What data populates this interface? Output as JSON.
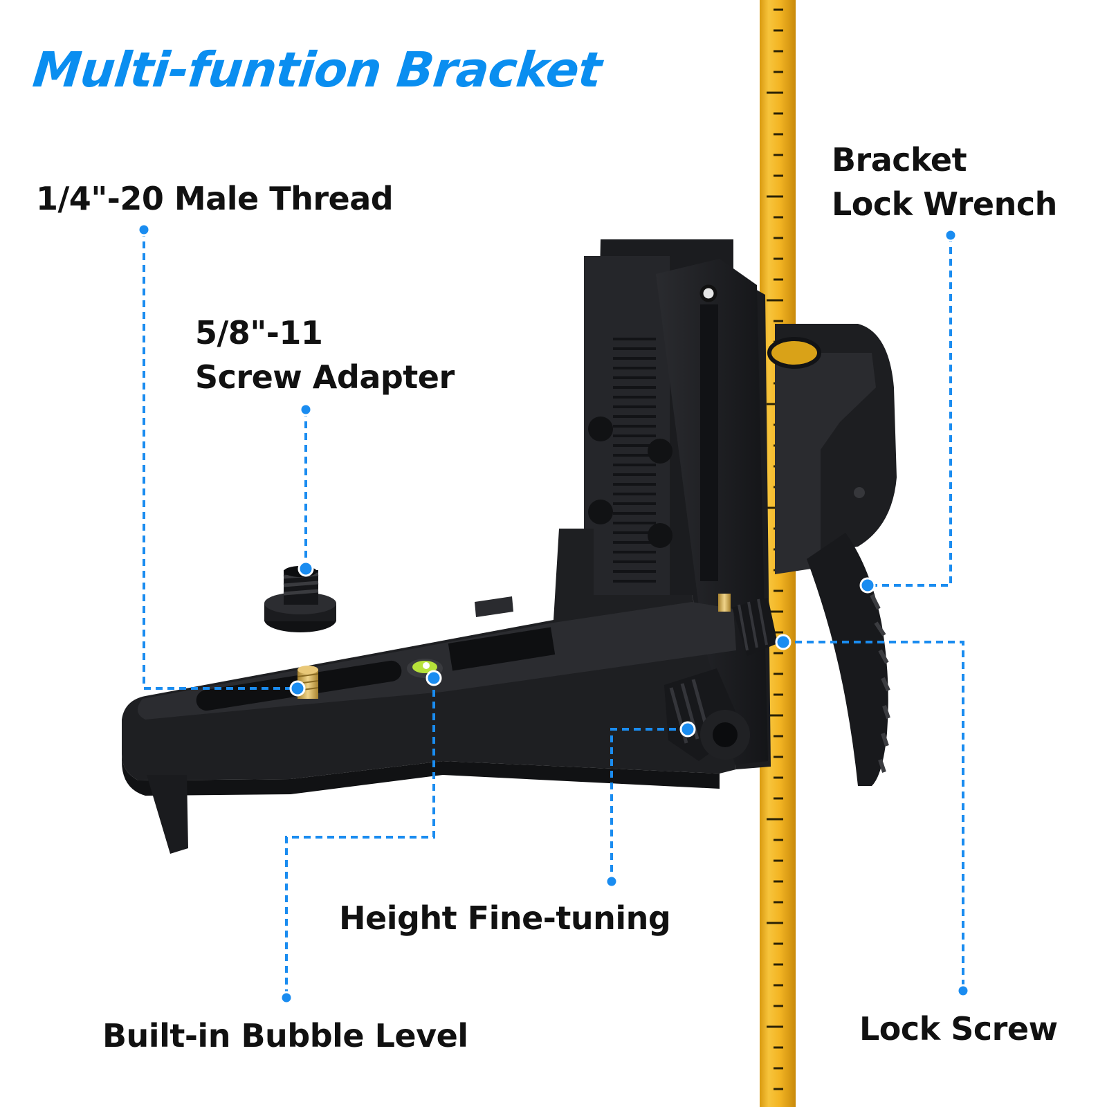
{
  "title": "Multi-funtion Bracket",
  "labels": {
    "male_thread": "1/4\"-20 Male Thread",
    "screw_adapter_line1": "5/8\"-11",
    "screw_adapter_line2": "Screw Adapter",
    "lock_wrench_line1": "Bracket",
    "lock_wrench_line2": "Lock Wrench",
    "height_fine_tuning": "Height Fine-tuning",
    "bubble_level": "Built-in Bubble Level",
    "lock_screw": "Lock Screw"
  },
  "colors": {
    "title": "#0a8ef0",
    "callout": "#1a8cf0",
    "pole": "#f2b01e",
    "bracket": "#1c1d20",
    "label": "#111111",
    "brass": "#c9a24a"
  },
  "icons": [
    "callout-dot-icon",
    "callout-leader-line"
  ]
}
